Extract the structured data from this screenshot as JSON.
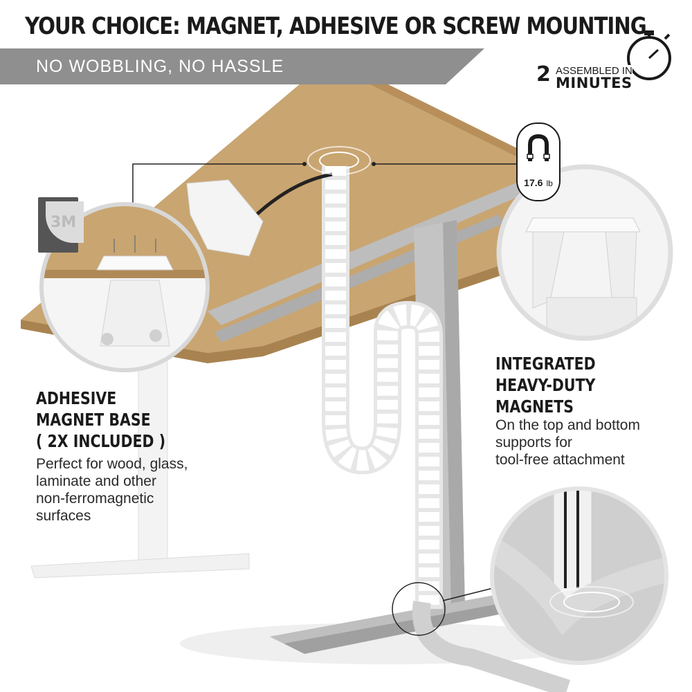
{
  "title": "YOUR CHOICE: MAGNET, ADHESIVE OR SCREW MOUNTING",
  "banner": "NO WOBBLING, NO HASSLE",
  "badge": {
    "number": "2",
    "line1": "ASSEMBLED IN",
    "line2": "MINUTES",
    "icon": "stopwatch-icon"
  },
  "magnet_badge": {
    "weight": "17.6",
    "unit": "lb",
    "icon": "horseshoe-magnet-icon"
  },
  "left_feature": {
    "heading": [
      "ADHESIVE",
      "MAGNET BASE",
      "( 2X INCLUDED )"
    ],
    "body": [
      "Perfect for wood, glass,",
      "laminate and other",
      "non-ferromagnetic",
      "surfaces"
    ]
  },
  "right_feature": {
    "heading": [
      "INTEGRATED",
      "HEAVY-DUTY",
      "MAGNETS"
    ],
    "body": [
      "On the top and bottom",
      "supports for",
      "tool-free attachment"
    ]
  },
  "adhesive_label": "3M",
  "colors": {
    "banner": "#8f8f8f",
    "wood": "#c9a571",
    "frame": "#c8c8c8",
    "white_part": "#f2f2f2",
    "text": "#1a1a1a"
  }
}
